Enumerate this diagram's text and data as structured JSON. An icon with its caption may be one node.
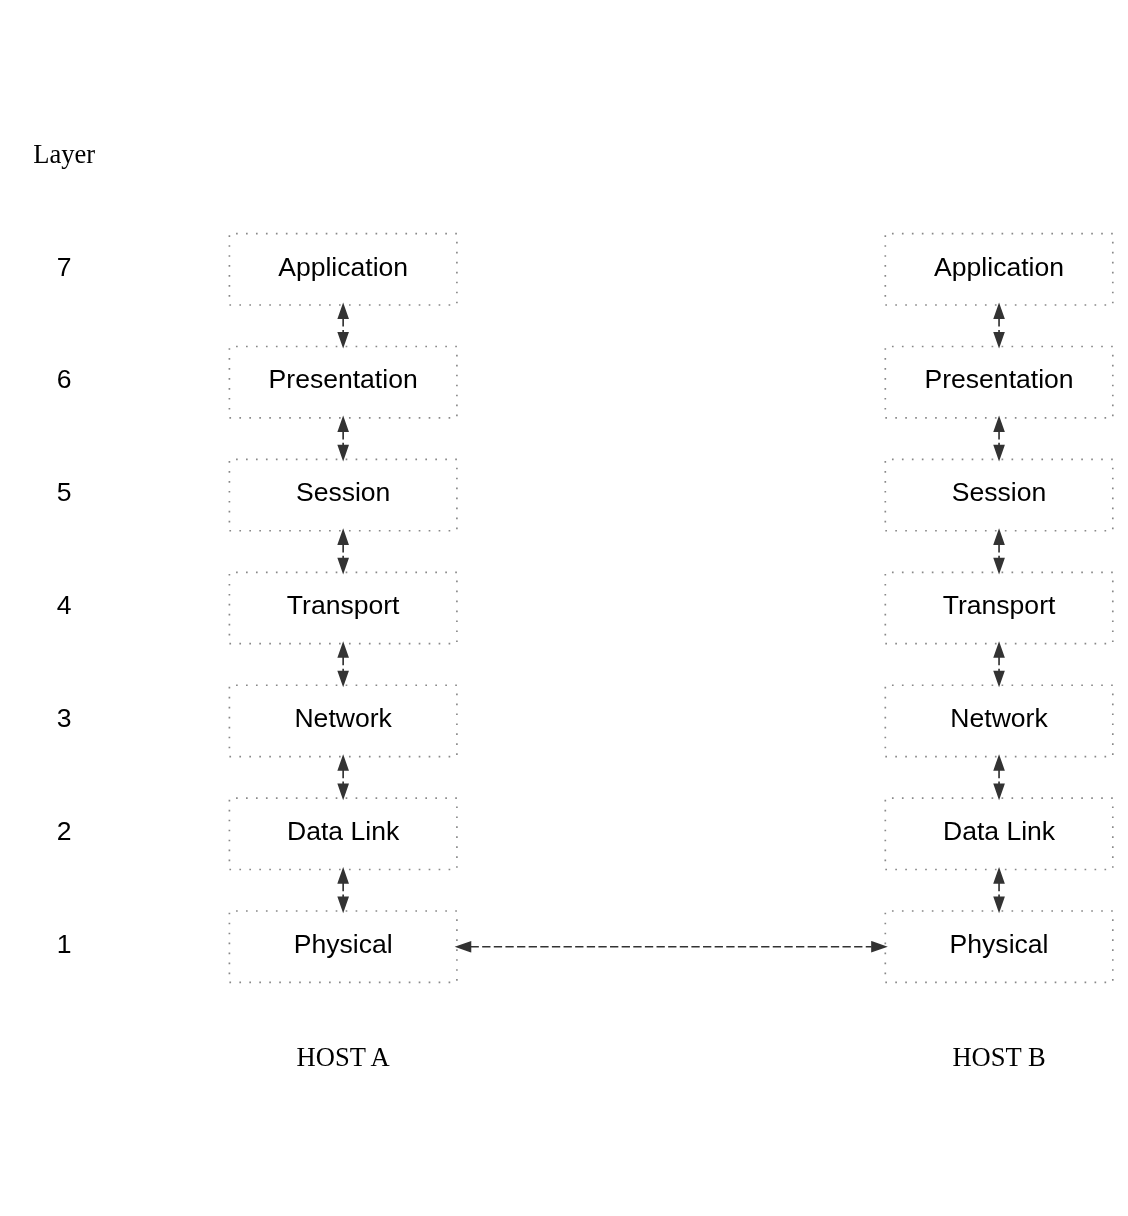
{
  "diagram": {
    "nodes": [
      {
        "text": [
          "Application"
        ]
      },
      {
        "text": [
          "Presentation"
        ]
      },
      {
        "text": [
          "Session"
        ]
      },
      {
        "text": [
          "Transport"
        ]
      },
      {
        "text": [
          "Network"
        ]
      },
      {
        "text": [
          "Data Link"
        ]
      },
      {
        "text": [
          "Physical"
        ]
      },
      {
        "text": [
          "Application"
        ]
      },
      {
        "text": [
          "Presentation"
        ]
      },
      {
        "text": [
          "Session"
        ]
      },
      {
        "text": [
          "Transport"
        ]
      },
      {
        "text": [
          "Network"
        ]
      },
      {
        "text": [
          "Data Link"
        ]
      },
      {
        "text": [
          "Physical"
        ]
      }
    ],
    "edges": [
      {
        "from": 0,
        "to": 1,
        "arrow": "both",
        "style": "dashed"
      },
      {
        "from": 1,
        "to": 2,
        "arrow": "both",
        "style": "dashed"
      },
      {
        "from": 2,
        "to": 3,
        "arrow": "both",
        "style": "dashed"
      },
      {
        "from": 3,
        "to": 4,
        "arrow": "both",
        "style": "dashed"
      },
      {
        "from": 4,
        "to": 5,
        "arrow": "both",
        "style": "dashed"
      },
      {
        "from": 5,
        "to": 6,
        "arrow": "both",
        "style": "dashed"
      },
      {
        "from": 7,
        "to": 8,
        "arrow": "both",
        "style": "dashed"
      },
      {
        "from": 8,
        "to": 9,
        "arrow": "both",
        "style": "dashed"
      },
      {
        "from": 9,
        "to": 10,
        "arrow": "both",
        "style": "dashed"
      },
      {
        "from": 10,
        "to": 11,
        "arrow": "both",
        "style": "dashed"
      },
      {
        "from": 11,
        "to": 12,
        "arrow": "both",
        "style": "dashed"
      },
      {
        "from": 12,
        "to": 13,
        "arrow": "both",
        "style": "dashed"
      },
      {
        "from": 6,
        "to": 13,
        "arrow": "both",
        "style": "dashed"
      }
    ],
    "labels": [
      "Layer",
      "7",
      "6",
      "5",
      "4",
      "3",
      "2",
      "1",
      "HOST A",
      "HOST B"
    ]
  }
}
